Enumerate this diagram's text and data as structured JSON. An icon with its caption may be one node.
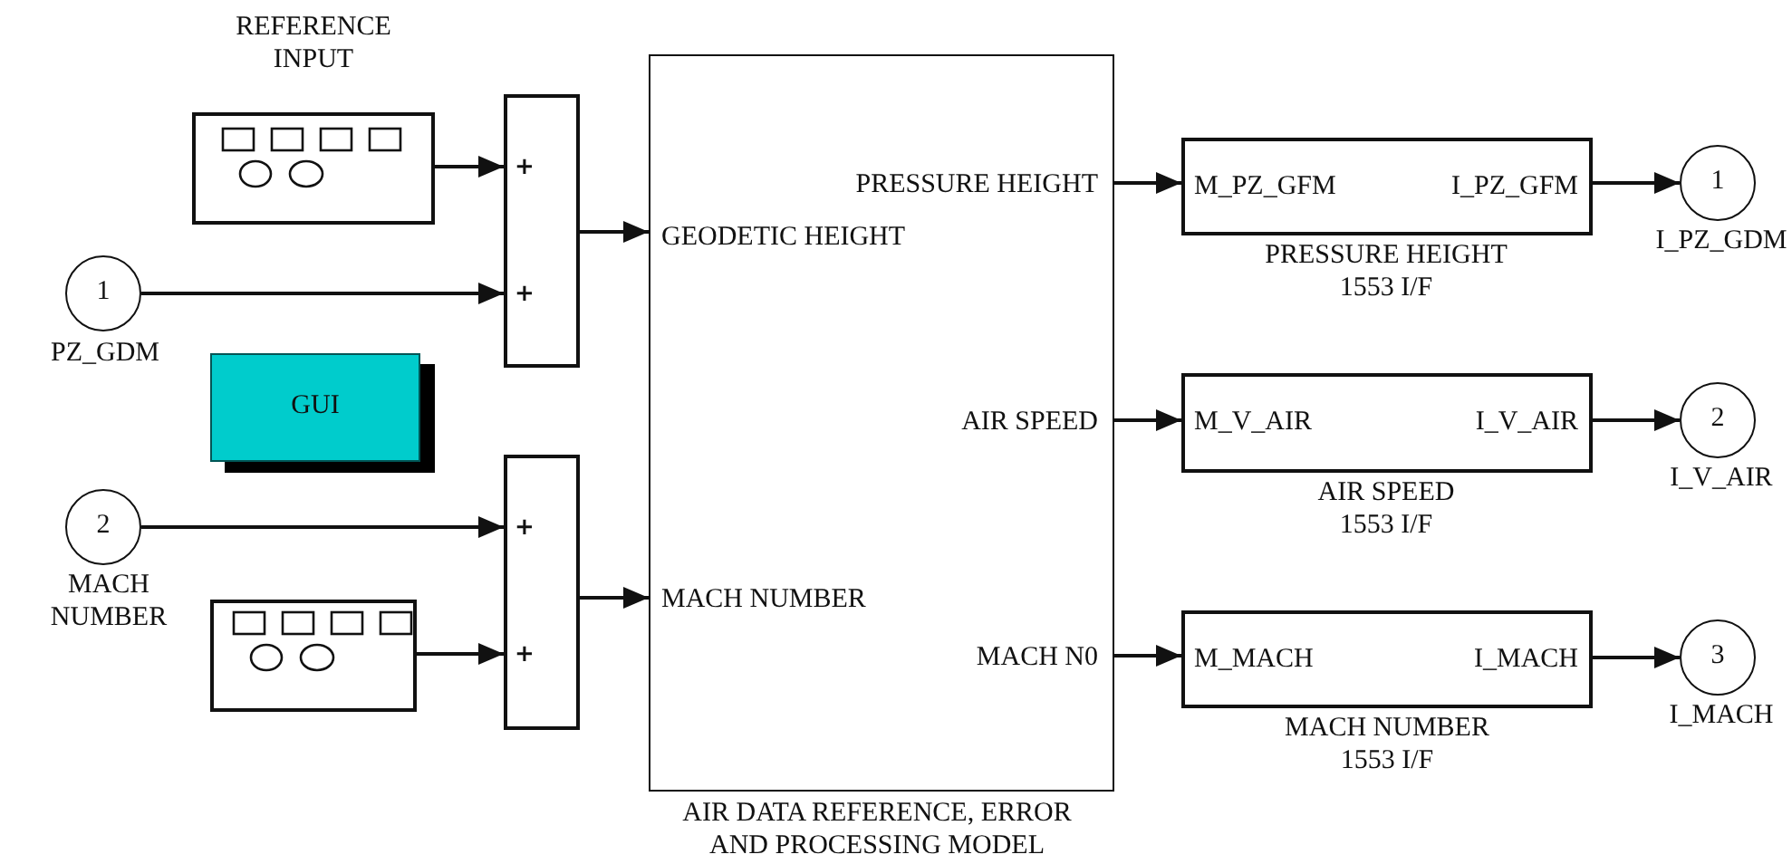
{
  "diagram": {
    "nodes": [
      {
        "text": [
          "REFERENCE INPUT"
        ]
      },
      {
        "text": [
          "1"
        ],
        "beside": [
          "PZ_GDM"
        ]
      },
      {
        "text": [
          "+",
          "+"
        ]
      },
      {
        "text": [
          "GUI"
        ]
      },
      {
        "text": [
          "2"
        ],
        "beside": [
          "MACH NUMBER"
        ]
      },
      {
        "text": [],
        "shape": "box"
      },
      {
        "text": [
          "+",
          "+"
        ]
      },
      {
        "text": [
          "GEODETIC HEIGHT",
          "MACH NUMBER",
          "PRESSURE HEIGHT",
          "AIR SPEED",
          "MACH N0"
        ],
        "beside": [
          "AIR DATA REFERENCE, ERROR AND PROCESSING MODEL"
        ]
      },
      {
        "text": [
          "M_PZ_GFM",
          "I_PZ_GFM"
        ],
        "beside": [
          "PRESSURE HEIGHT 1553 I/F"
        ]
      },
      {
        "text": [
          "M_V_AIR",
          "I_V_AIR"
        ],
        "beside": [
          "AIR SPEED 1553 I/F"
        ]
      },
      {
        "text": [
          "M_MACH",
          "I_MACH"
        ],
        "beside": [
          "MACH NUMBER 1553 I/F"
        ]
      },
      {
        "text": [
          "1"
        ],
        "beside": [
          "I_PZ_GDM"
        ]
      },
      {
        "text": [
          "2"
        ],
        "beside": [
          "I_V_AIR"
        ]
      },
      {
        "text": [
          "3"
        ],
        "beside": [
          "I_MACH"
        ]
      }
    ],
    "edges": [
      {
        "from": 0,
        "to": 2,
        "arrow": "to"
      },
      {
        "from": 1,
        "to": 2,
        "arrow": "to"
      },
      {
        "from": 2,
        "to": 7,
        "arrow": "to"
      },
      {
        "from": 4,
        "to": 6,
        "arrow": "to"
      },
      {
        "from": 5,
        "to": 6,
        "arrow": "to"
      },
      {
        "from": 6,
        "to": 7,
        "arrow": "to"
      },
      {
        "from": 7,
        "to": 8,
        "arrow": "to"
      },
      {
        "from": 7,
        "to": 9,
        "arrow": "to"
      },
      {
        "from": 7,
        "to": 10,
        "arrow": "to"
      },
      {
        "from": 8,
        "to": 11,
        "arrow": "to"
      },
      {
        "from": 9,
        "to": 12,
        "arrow": "to"
      },
      {
        "from": 10,
        "to": 13,
        "arrow": "to"
      }
    ]
  }
}
